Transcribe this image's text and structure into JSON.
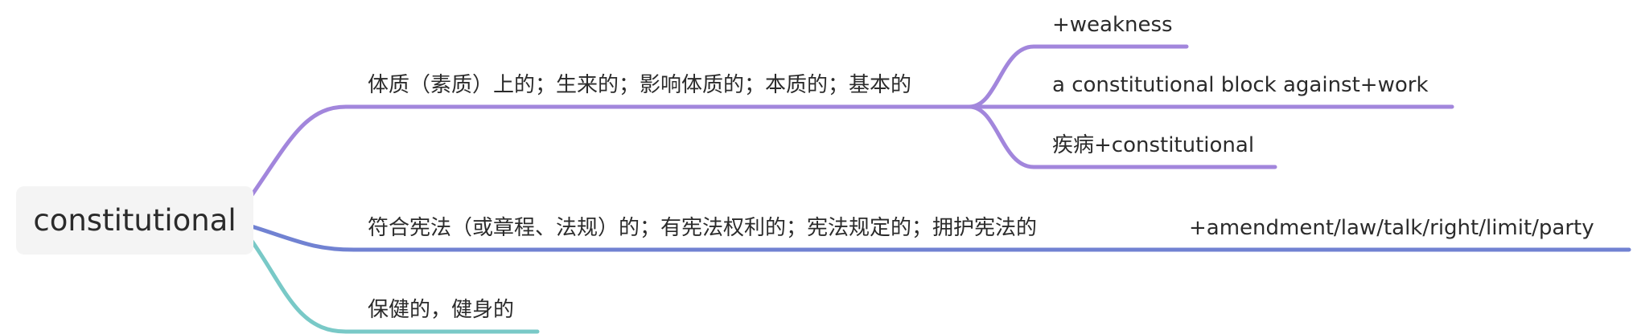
{
  "root": {
    "text": "constitutional"
  },
  "branches": [
    {
      "text": "体质（素质）上的；生来的；影响体质的；本质的；基本的",
      "color": "#a286dc",
      "children": [
        {
          "text": "+weakness"
        },
        {
          "text": "a constitutional block against+work"
        },
        {
          "text": "疾病+constitutional"
        }
      ]
    },
    {
      "text": "符合宪法（或章程、法规）的；有宪法权利的；宪法规定的；拥护宪法的",
      "color": "#7182d2",
      "children": [
        {
          "text": "+amendment/law/talk/right/limit/party"
        }
      ]
    },
    {
      "text": "保健的，健身的",
      "color": "#79c9c7",
      "children": []
    }
  ]
}
